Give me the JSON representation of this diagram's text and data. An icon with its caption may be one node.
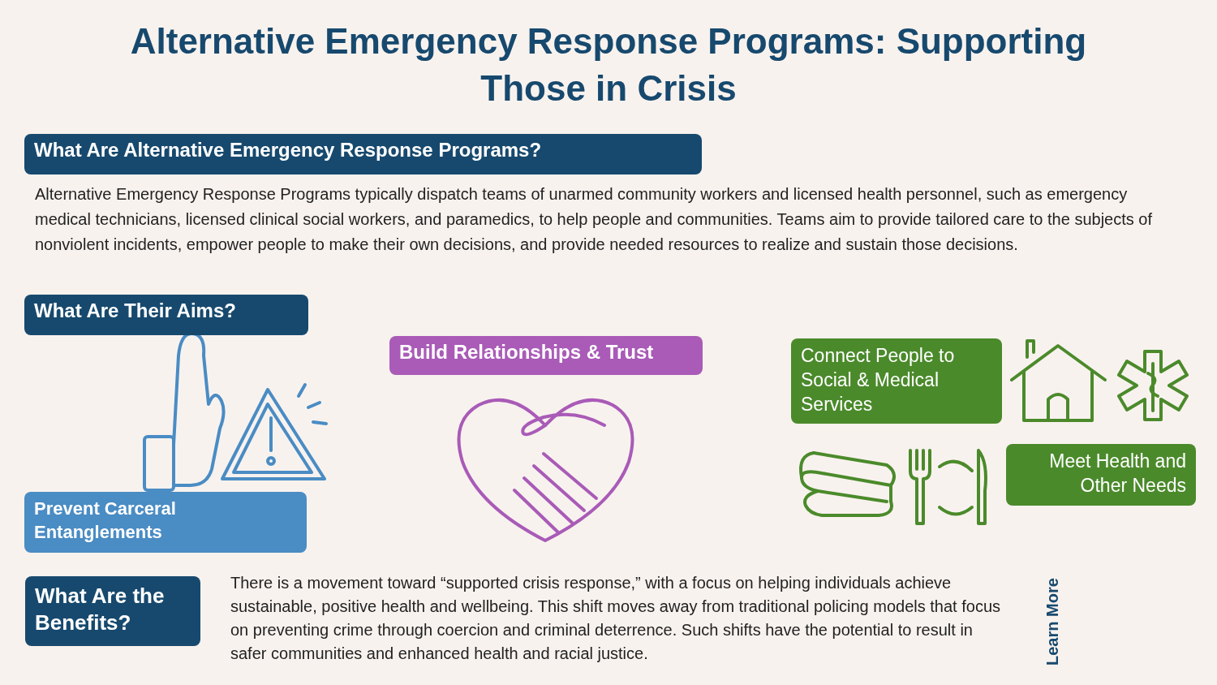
{
  "diagram": {
    "title": "Alternative Emergency Response Programs: Supporting Those in Crisis",
    "nodes": [
      {
        "text": [
          "What Are Alternative Emergency Response Programs?"
        ]
      },
      {
        "text": [
          "What Are Their Aims?"
        ]
      },
      {
        "text": [
          "Prevent Carceral Entanglements"
        ]
      },
      {
        "text": [
          "Build Relationships & Trust"
        ]
      },
      {
        "text": [
          "Connect People to Social & Medical Services"
        ]
      },
      {
        "text": [
          "Meet Health and Other Needs"
        ]
      },
      {
        "text": [
          "What Are the Benefits?"
        ]
      }
    ],
    "labels": [
      "Alternative Emergency Response Programs typically dispatch teams of unarmed community workers and licensed health personnel, such as emergency medical technicians, licensed clinical social workers, and paramedics, to help people and communities. Teams aim to provide tailored care to the subjects of nonviolent incidents, empower people to make their own decisions, and provide needed resources to realize and sustain those decisions.",
      "There is a movement toward “supported crisis response,” with a focus on helping individuals achieve sustainable, positive health and wellbeing. This shift moves away from traditional policing models that focus on preventing crime through coercion and criminal deterrence. Such shifts have the potential to result in safer communities and enhanced health and racial justice.",
      "Learn More"
    ]
  }
}
